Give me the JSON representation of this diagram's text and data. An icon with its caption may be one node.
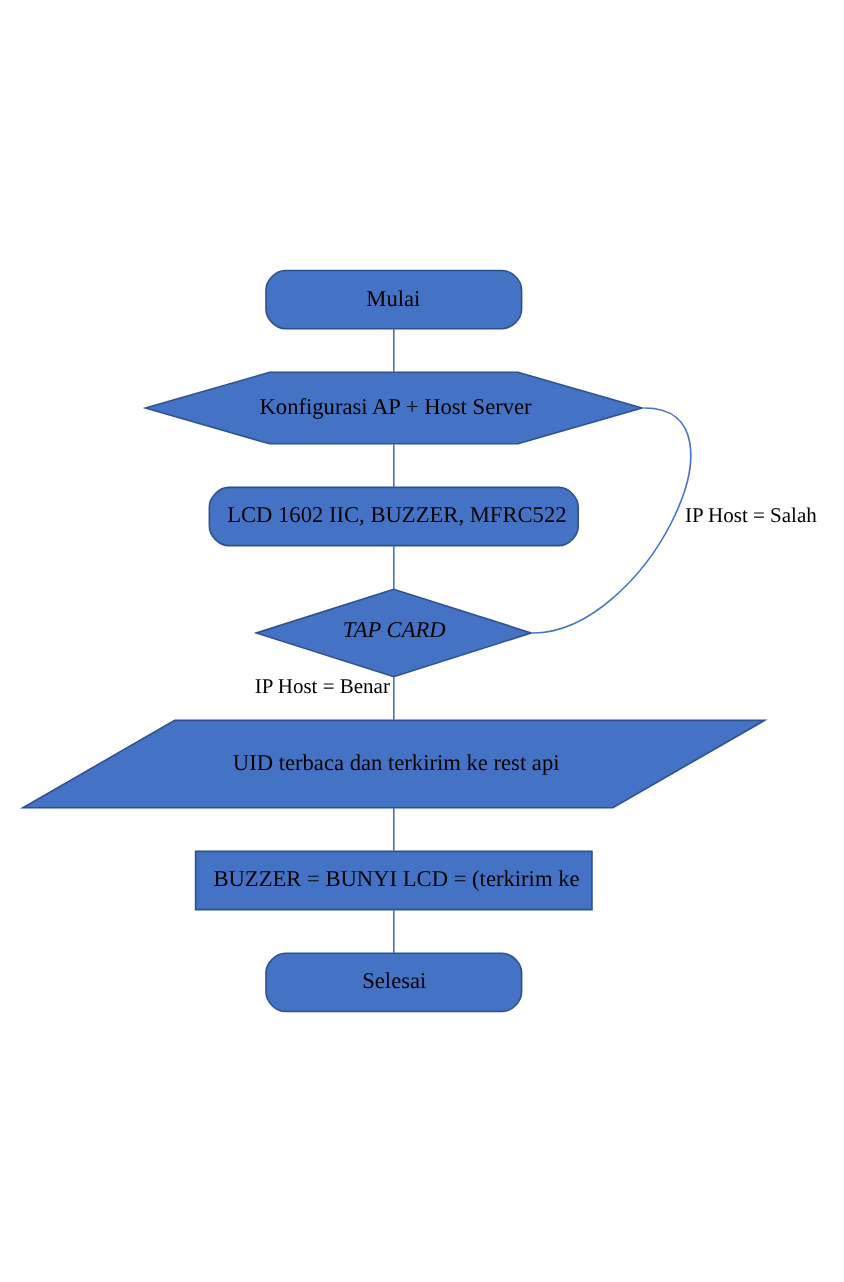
{
  "diagram": {
    "nodes": [
      {
        "text": [
          "Mulai"
        ]
      },
      {
        "text": [
          "Konfigurasi AP + Host Server"
        ]
      },
      {
        "text": [
          "LCD 1602 IIC, BUZZER, MFRC522"
        ]
      },
      {
        "text": [
          "TAP CARD"
        ]
      },
      {
        "text": [
          "UID terbaca dan terkirim ke rest api"
        ]
      },
      {
        "text": [
          "BUZZER = BUNYI LCD = (terkirim ke"
        ]
      },
      {
        "text": [
          "Selesai"
        ]
      }
    ],
    "edges": [
      {
        "from": 0,
        "to": 1,
        "arrow": "none"
      },
      {
        "from": 1,
        "to": 2,
        "arrow": "none"
      },
      {
        "from": 2,
        "to": 3,
        "arrow": "none"
      },
      {
        "from": 3,
        "to": 4,
        "arrow": "none",
        "label": "IP Host = Benar"
      },
      {
        "from": 4,
        "to": 5,
        "arrow": "none"
      },
      {
        "from": 5,
        "to": 6,
        "arrow": "none"
      },
      {
        "from": 3,
        "to": 1,
        "arrow": "none",
        "label": "IP Host = Salah"
      }
    ]
  }
}
